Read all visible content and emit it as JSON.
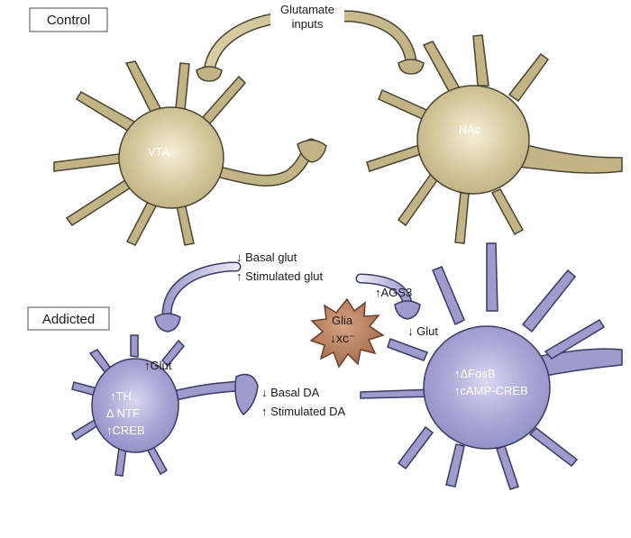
{
  "panels": {
    "control": "Control",
    "addicted": "Addicted"
  },
  "control": {
    "inputs_line1": "Glutamate",
    "inputs_line2": "inputs",
    "vta": "VTA",
    "nac": "NAc"
  },
  "addicted": {
    "pfc_line1": "↓ Basal glut",
    "pfc_line2": "↑ Stimulated glut",
    "ags3": "↑AGS3",
    "glia": "Glia",
    "xc": "↓xc⁻",
    "glut_down": "↓ Glut",
    "glut_up": "↑Glut",
    "vta_line1": "↑TH",
    "vta_line2": "Δ NTF",
    "vta_line3": "↑CREB",
    "da_line1": "↓ Basal DA",
    "da_line2": "↑ Stimulated DA",
    "nac_line1": "↑ΔFosB",
    "nac_line2": "↑cAMP-CREB"
  },
  "colors": {
    "control_cell": "#c9bd93",
    "control_stroke": "#4a4432",
    "addicted_cell": "#9d9ccc",
    "addicted_stroke": "#3a3a66",
    "glia": "#b07a5a"
  }
}
